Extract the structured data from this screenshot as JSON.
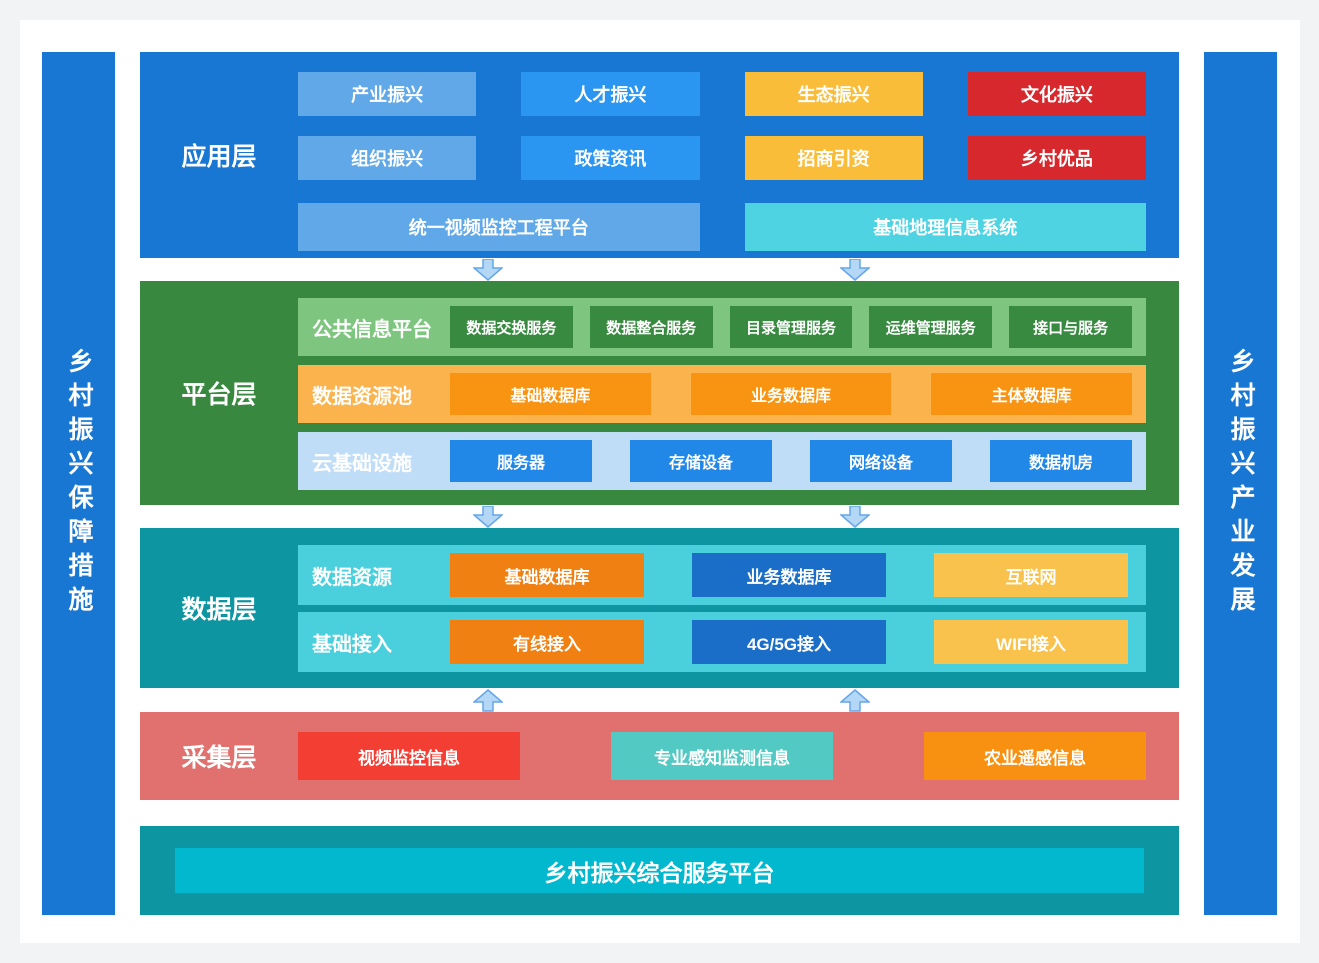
{
  "sidebars": {
    "left": "乡村振兴保障措施",
    "right": "乡村振兴产业发展"
  },
  "layers": {
    "application": {
      "label": "应用层",
      "boxes": [
        {
          "label": "产业振兴"
        },
        {
          "label": "人才振兴"
        },
        {
          "label": "生态振兴"
        },
        {
          "label": "文化振兴"
        },
        {
          "label": "组织振兴"
        },
        {
          "label": "政策资讯"
        },
        {
          "label": "招商引资"
        },
        {
          "label": "乡村优品"
        }
      ],
      "wide_boxes": [
        {
          "label": "统一视频监控工程平台"
        },
        {
          "label": "基础地理信息系统"
        }
      ]
    },
    "platform": {
      "label": "平台层",
      "rows": [
        {
          "label": "公共信息平台",
          "items": [
            {
              "label": "数据交换服务"
            },
            {
              "label": "数据整合服务"
            },
            {
              "label": "目录管理服务"
            },
            {
              "label": "运维管理服务"
            },
            {
              "label": "接口与服务"
            }
          ]
        },
        {
          "label": "数据资源池",
          "items": [
            {
              "label": "基础数据库"
            },
            {
              "label": "业务数据库"
            },
            {
              "label": "主体数据库"
            }
          ]
        },
        {
          "label": "云基础设施",
          "items": [
            {
              "label": "服务器"
            },
            {
              "label": "存储设备"
            },
            {
              "label": "网络设备"
            },
            {
              "label": "数据机房"
            }
          ]
        }
      ]
    },
    "data": {
      "label": "数据层",
      "rows": [
        {
          "label": "数据资源",
          "items": [
            {
              "label": "基础数据库"
            },
            {
              "label": "业务数据库"
            },
            {
              "label": "互联网"
            }
          ]
        },
        {
          "label": "基础接入",
          "items": [
            {
              "label": "有线接入"
            },
            {
              "label": "4G/5G接入"
            },
            {
              "label": "WIFI接入"
            }
          ]
        }
      ]
    },
    "collection": {
      "label": "采集层",
      "boxes": [
        {
          "label": "视频监控信息"
        },
        {
          "label": "专业感知监测信息"
        },
        {
          "label": "农业遥感信息"
        }
      ]
    },
    "bottom": {
      "label": "乡村振兴综合服务平台"
    }
  },
  "palette": {
    "sidebar_blue": "#1877d2",
    "application_layer_bg": "#1877d2",
    "light_blue_box": "#60a8e8",
    "bright_blue_box": "#2b96f1",
    "yellow_box": "#f9bd3a",
    "red_box": "#d7282d",
    "cyan_box": "#4ed3e2",
    "platform_layer_bg": "#38893f",
    "light_green_strip": "#7ec57f",
    "dark_green_box": "#388a40",
    "light_orange_strip": "#fbb44d",
    "orange_box": "#f89412",
    "light_blue_strip": "#c0ddf8",
    "blue_box": "#2288e8",
    "data_layer_bg": "#0d95a2",
    "cyan_strip": "#4ad0dd",
    "data_orange_box": "#f08011",
    "data_blue_box": "#1b6ec8",
    "data_yellow_box": "#f8c24c",
    "collection_layer_bg": "#e0716e",
    "collection_red_box": "#f23e33",
    "collection_teal_box": "#52c9c2",
    "collection_orange_box": "#f89111",
    "bottom_layer_bg": "#0d95a2",
    "bottom_inner_cyan": "#02b8cf",
    "arrow_fill": "#b3d7f4",
    "arrow_stroke": "#63a6e9"
  }
}
